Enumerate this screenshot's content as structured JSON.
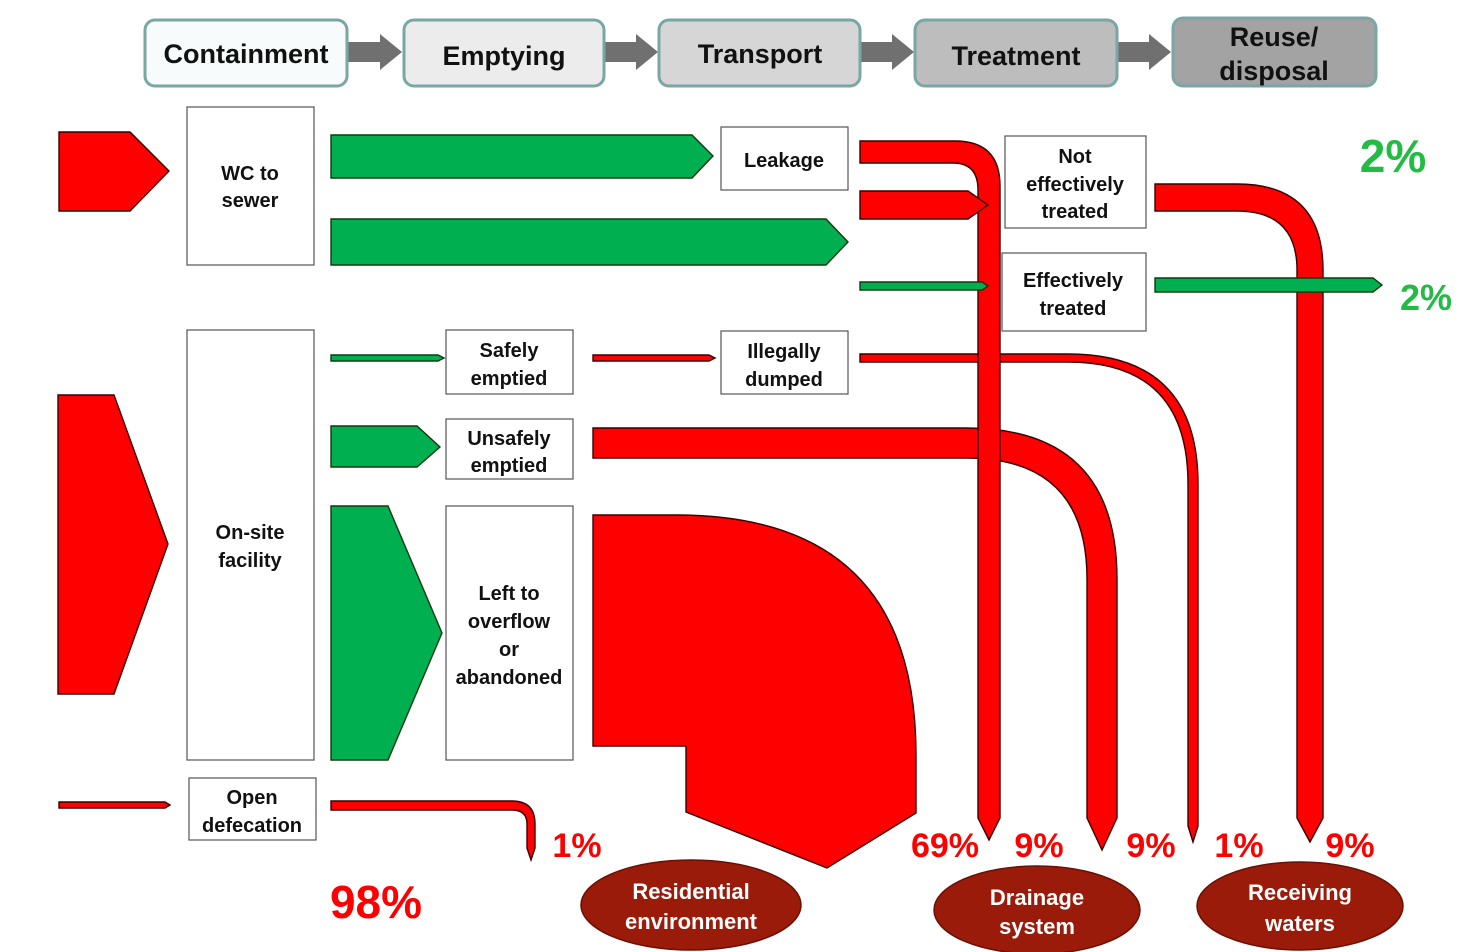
{
  "stages": [
    {
      "label": "Containment",
      "fill": "#f7fbfb"
    },
    {
      "label": "Emptying",
      "fill": "#ececec"
    },
    {
      "label": "Transport",
      "fill": "#d6d6d6"
    },
    {
      "label": "Treatment",
      "fill": "#bdbdbd"
    },
    {
      "label": "Reuse/",
      "label2": "disposal",
      "fill": "#a3a3a3"
    }
  ],
  "boxes": {
    "wc_sewer": [
      "WC to",
      "sewer"
    ],
    "onsite": [
      "On-site",
      "facility"
    ],
    "open_def": [
      "Open",
      "defecation"
    ],
    "safely_emptied": [
      "Safely",
      "emptied"
    ],
    "unsafely_emptied": [
      "Unsafely",
      "emptied"
    ],
    "left_overflow": [
      "Left to",
      "overflow",
      "or",
      "abandoned"
    ],
    "leakage": [
      "Leakage"
    ],
    "illegally_dumped": [
      "Illegally",
      "dumped"
    ],
    "not_treated": [
      "Not",
      "effectively",
      "treated"
    ],
    "eff_treated": [
      "Effectively",
      "treated"
    ]
  },
  "percentages": {
    "top_green": "2%",
    "eff_green": "2%",
    "open_def": "1%",
    "total": "98%",
    "residential": "69%",
    "drainage_a": "9%",
    "drainage_b": "9%",
    "receiving_a": "1%",
    "receiving_b": "9%"
  },
  "destinations": {
    "residential": [
      "Residential",
      "environment"
    ],
    "drainage": [
      "Drainage",
      "system"
    ],
    "receiving": [
      "Receiving",
      "waters"
    ]
  },
  "colors": {
    "unsafe_flow": "#ff0000",
    "safe_flow": "#00b050",
    "destination": "#9b1b0a",
    "arrow": "#707070"
  }
}
